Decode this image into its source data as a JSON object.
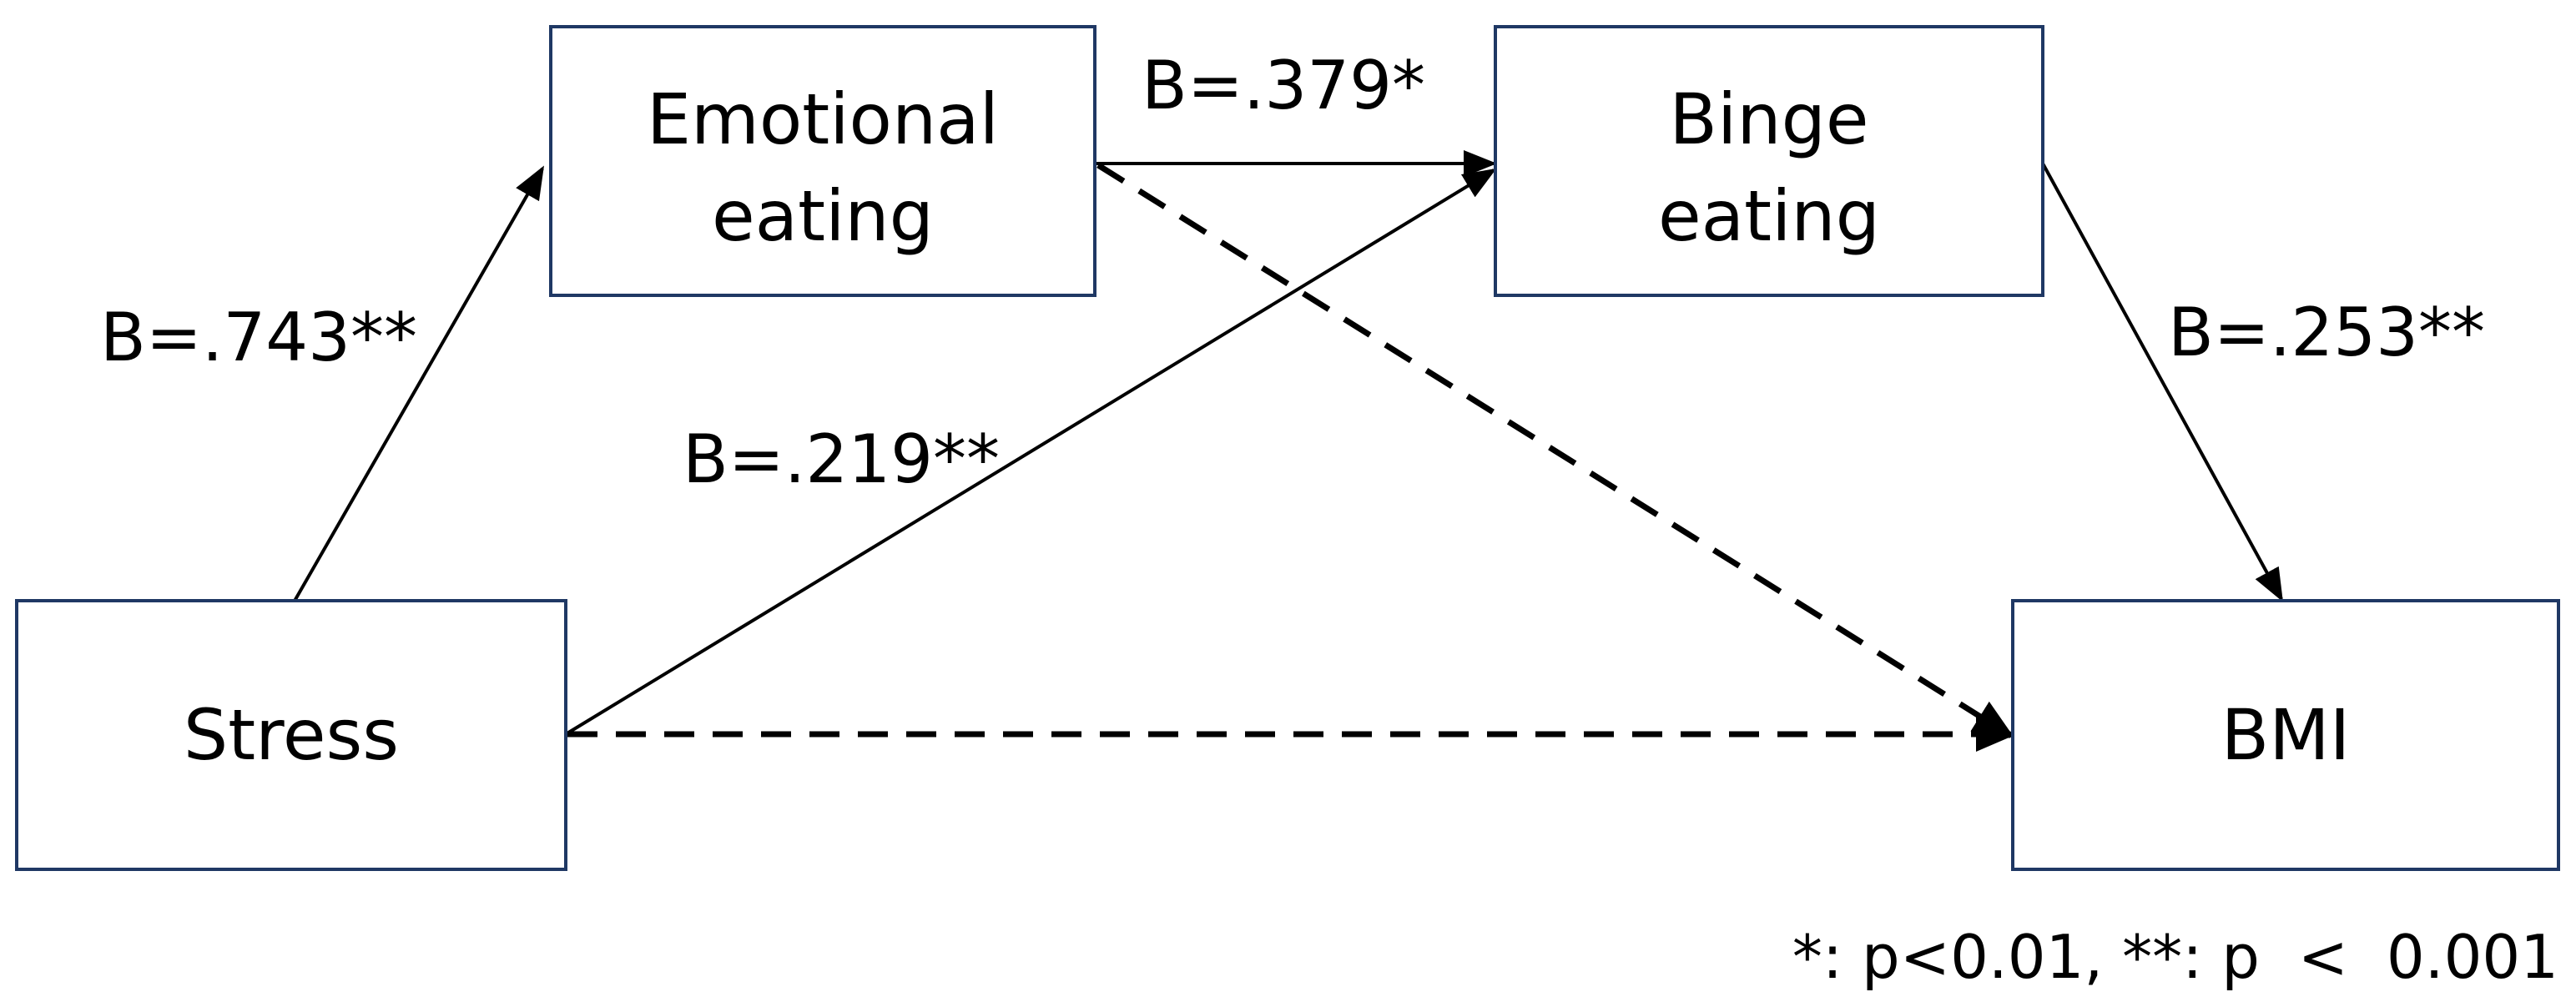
{
  "nodes": {
    "emotional": {
      "lines": [
        "Emotional",
        "eating"
      ]
    },
    "binge": {
      "lines": [
        "Binge",
        "eating"
      ]
    },
    "stress": {
      "lines": [
        "Stress"
      ]
    },
    "bmi": {
      "lines": [
        "BMI"
      ]
    }
  },
  "edges": {
    "stress_emotional": {
      "label": "B=.743**",
      "style": "solid"
    },
    "emotional_binge": {
      "label": "B=.379*",
      "style": "solid"
    },
    "stress_binge": {
      "label": "B=.219**",
      "style": "solid"
    },
    "binge_bmi": {
      "label": "B=.253**",
      "style": "solid"
    },
    "emotional_bmi": {
      "label": "",
      "style": "dashed"
    },
    "stress_bmi": {
      "label": "",
      "style": "dashed"
    }
  },
  "footnote": "*: p<0.01, **: p  <  0.001",
  "colors": {
    "box_border": "#1f3864",
    "line": "#000000",
    "text": "#000000"
  }
}
